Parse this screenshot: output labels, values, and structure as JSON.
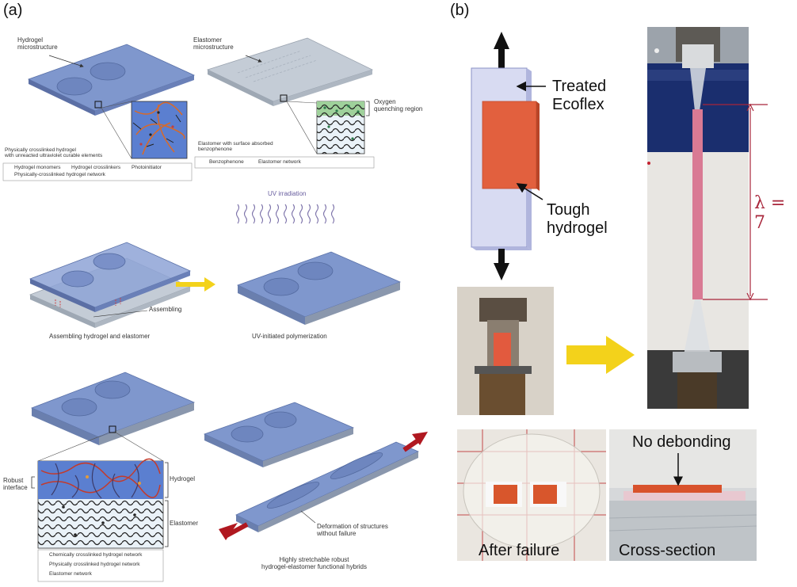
{
  "panels": {
    "a": "(a)",
    "b": "(b)"
  },
  "a": {
    "hydrogel_micro": "Hydrogel\nmicrostructure",
    "elastomer_micro": "Elastomer\nmicrostructure",
    "oxygen": "Oxygen\nquenching region",
    "phys_hydrogel": "Physically crosslinked hydrogel\nwith unreacted ultraviolet curable elements",
    "legend1": [
      "Hydrogel monomers",
      "Hydrogel crosslinkers",
      "Photoinitiator",
      "Physically-crosslinked hydrogel network"
    ],
    "elast_benzo": "Elastomer with surface absorbed\nbenzophenone",
    "legend2": [
      "Benzophenone",
      "Elastomer network"
    ],
    "uv": "UV irradiation",
    "assembling": "Assembling",
    "assembling_caption": "Assembling hydrogel and elastomer",
    "uv_caption": "UV-initiated polymerization",
    "robust": "Robust\ninterface",
    "hydrogel": "Hydrogel",
    "elastomer": "Elastomer",
    "legend3": [
      "Chemically crosslinked hydrogel network",
      "Physically crosslinked hydrogel network",
      "Elastomer network"
    ],
    "deformation": "Deformation of structures\nwithout failure",
    "hybrid": "Highly stretchable robust\nhydrogel-elastomer functional hybrids"
  },
  "b": {
    "treated": "Treated\nEcoflex",
    "tough": "Tough\nhydrogel",
    "lambda": "λ = 7",
    "after_failure": "After failure",
    "no_debond": "No debonding",
    "cross_section": "Cross-section"
  },
  "colors": {
    "hydrogel_blue": "#7f97cd",
    "elastomer_gray": "#c4ccd6",
    "hydrogel_red": "#e2603e",
    "arrow_yellow": "#f3d21b",
    "stretch_red": "#b01820",
    "lambda_red": "#a8253a"
  }
}
